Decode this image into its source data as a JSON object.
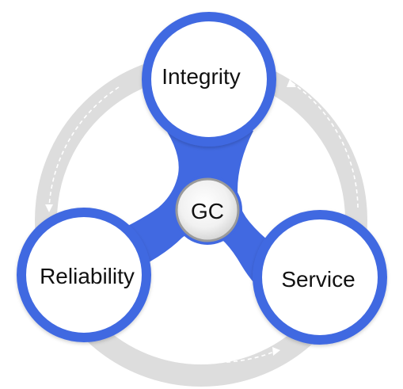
{
  "center": {
    "label": "GC"
  },
  "nodes": [
    {
      "id": "integrity",
      "label": "Integrity"
    },
    {
      "id": "reliability",
      "label": "Reliability"
    },
    {
      "id": "service",
      "label": "Service"
    }
  ],
  "colors": {
    "hub_blue": "#4169e1",
    "ring_gray": "#dddddd",
    "node_fill": "#ffffff",
    "center_fill": "#e8e8e8",
    "center_stroke": "#9a9a9a",
    "arrow_dash": "#ffffff"
  }
}
